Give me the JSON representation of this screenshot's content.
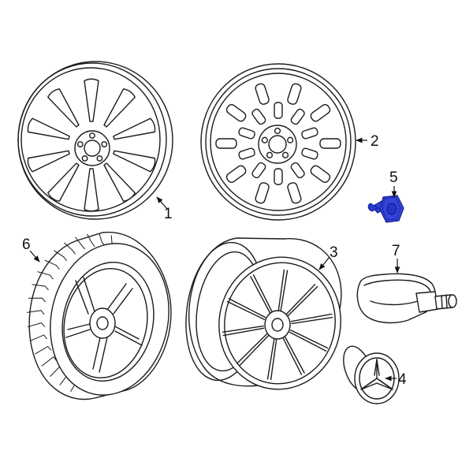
{
  "callouts": [
    {
      "id": "1",
      "label": "1"
    },
    {
      "id": "2",
      "label": "2"
    },
    {
      "id": "3",
      "label": "3"
    },
    {
      "id": "4",
      "label": "4"
    },
    {
      "id": "5",
      "label": "5"
    },
    {
      "id": "6",
      "label": "6"
    },
    {
      "id": "7",
      "label": "7"
    }
  ],
  "colors": {
    "line": "#1c1c1c",
    "highlight_part": "#2f3fd6",
    "highlight_part_dark": "#14208a",
    "background": "#ffffff"
  },
  "highlighted_callout": "5"
}
